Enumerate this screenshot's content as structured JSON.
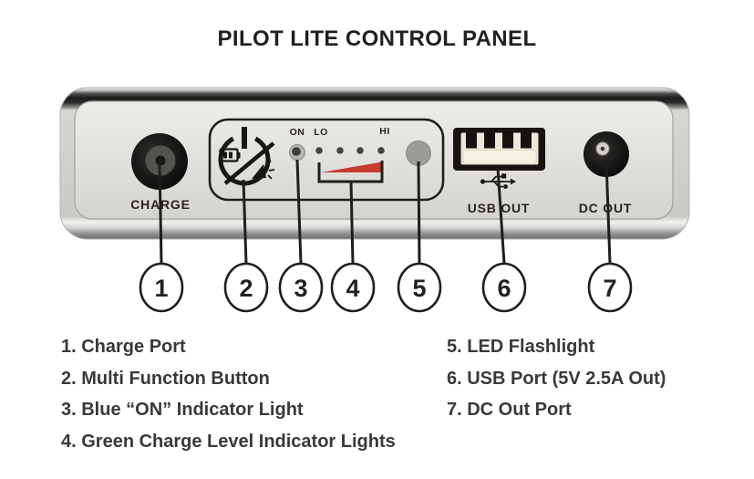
{
  "title": "PILOT LITE CONTROL PANEL",
  "panel_labels": {
    "charge": "CHARGE",
    "on": "ON",
    "lo": "LO",
    "hi": "HI",
    "usb": "USB OUT",
    "dc": "DC OUT"
  },
  "callouts": [
    {
      "number": "1",
      "legend": "1. Charge Port"
    },
    {
      "number": "2",
      "legend": "2. Multi Function Button"
    },
    {
      "number": "3",
      "legend": "3. Blue “ON” Indicator Light"
    },
    {
      "number": "4",
      "legend": "4. Green Charge Level Indicator Lights"
    },
    {
      "number": "5",
      "legend": "5. LED Flashlight"
    },
    {
      "number": "6",
      "legend": "6. USB Port (5V 2.5A Out)"
    },
    {
      "number": "7",
      "legend": "7. DC Out Port"
    }
  ],
  "colors": {
    "line": "#1f1e1c",
    "title_text": "#231f20",
    "legend_text": "#3a383b",
    "wedge_red": "#c93a31",
    "panel_face": "#e4e2df"
  }
}
